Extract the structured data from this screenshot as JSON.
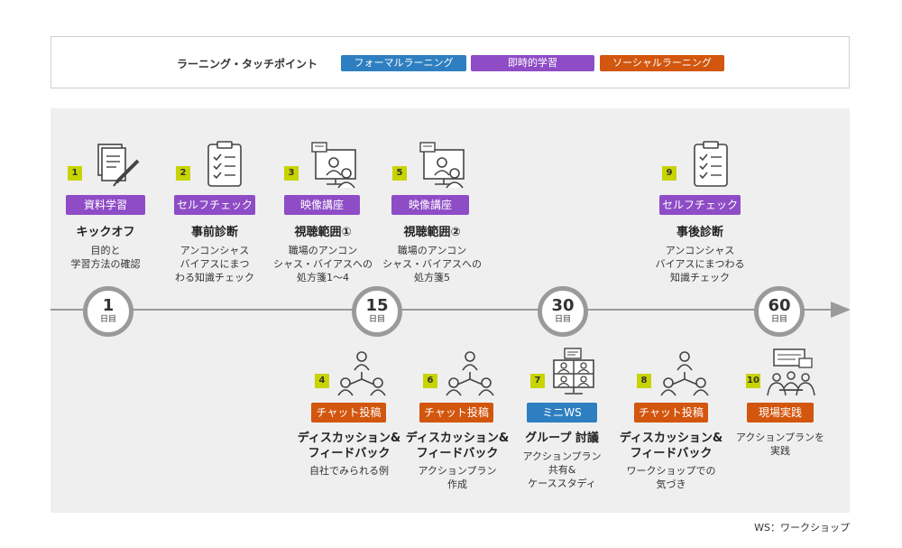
{
  "legend": {
    "title": "ラーニング・タッチポイント",
    "items": [
      {
        "label": "フォーマルラーニング",
        "color": "#2e7fc1"
      },
      {
        "label": "即時的学習",
        "color": "#8e4cc6"
      },
      {
        "label": "ソーシャルラーニング",
        "color": "#d2560e"
      }
    ]
  },
  "days": [
    {
      "num": "1",
      "unit": "日目"
    },
    {
      "num": "15",
      "unit": "日目"
    },
    {
      "num": "30",
      "unit": "日目"
    },
    {
      "num": "60",
      "unit": "日目"
    }
  ],
  "steps": [
    {
      "num": "1",
      "tag": "資料学習",
      "title": "キックオフ",
      "desc": "目的と\n学習方法の確認",
      "icon": "document-pen-icon"
    },
    {
      "num": "2",
      "tag": "セルフチェック",
      "title": "事前診断",
      "desc": "アンコンシャス\nバイアスにまつ\nわる知識チェック",
      "icon": "checklist-icon"
    },
    {
      "num": "3",
      "tag": "映像講座",
      "title": "視聴範囲①",
      "desc": "職場のアンコン\nシャス・バイアスへの\n処方箋1〜4",
      "icon": "video-lecture-icon"
    },
    {
      "num": "5",
      "tag": "映像講座",
      "title": "視聴範囲②",
      "desc": "職場のアンコン\nシャス・バイアスへの\n処方箋5",
      "icon": "video-lecture-icon"
    },
    {
      "num": "9",
      "tag": "セルフチェック",
      "title": "事後診断",
      "desc": "アンコンシャス\nバイアスにまつわる\n知識チェック",
      "icon": "checklist-icon"
    },
    {
      "num": "4",
      "tag": "チャット投稿",
      "title": "ディスカッション&\nフィードバック",
      "desc": "自社でみられる例",
      "icon": "group-network-icon"
    },
    {
      "num": "6",
      "tag": "チャット投稿",
      "title": "ディスカッション&\nフィードバック",
      "desc": "アクションプラン\n作成",
      "icon": "group-network-icon"
    },
    {
      "num": "7",
      "tag": "ミニWS",
      "title": "グループ 討議",
      "desc": "アクションプラン\n共有&\nケーススタディ",
      "icon": "video-meeting-icon"
    },
    {
      "num": "8",
      "tag": "チャット投稿",
      "title": "ディスカッション&\nフィードバック",
      "desc": "ワークショップでの\n気づき",
      "icon": "group-network-icon"
    },
    {
      "num": "10",
      "tag": "現場実践",
      "title": "",
      "desc": "アクションプランを\n実践",
      "icon": "team-meeting-icon"
    }
  ],
  "footnote": "WS：ワークショップ"
}
